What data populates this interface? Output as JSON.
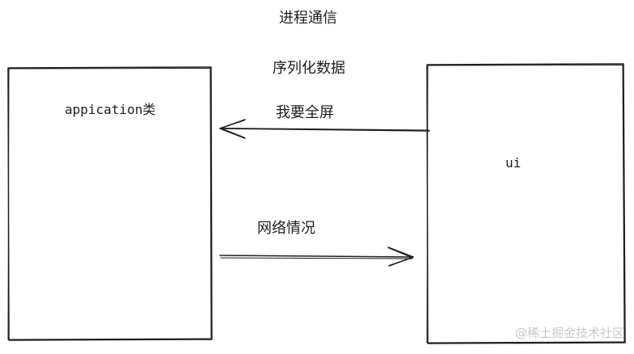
{
  "diagram": {
    "title": "进程通信",
    "format_label": "序列化数据",
    "nodes": {
      "app": {
        "label": "appication类"
      },
      "ui": {
        "label": "ui"
      }
    },
    "edges": {
      "request": {
        "label": "我要全屏",
        "from": "ui",
        "to": "app"
      },
      "network": {
        "label": "网络情况",
        "from": "app",
        "to": "ui"
      }
    }
  },
  "watermark": "@稀土掘金技术社区",
  "colors": {
    "stroke": "#1e1e1e",
    "background": "#ffffff",
    "watermark": "#c8c8c8"
  }
}
